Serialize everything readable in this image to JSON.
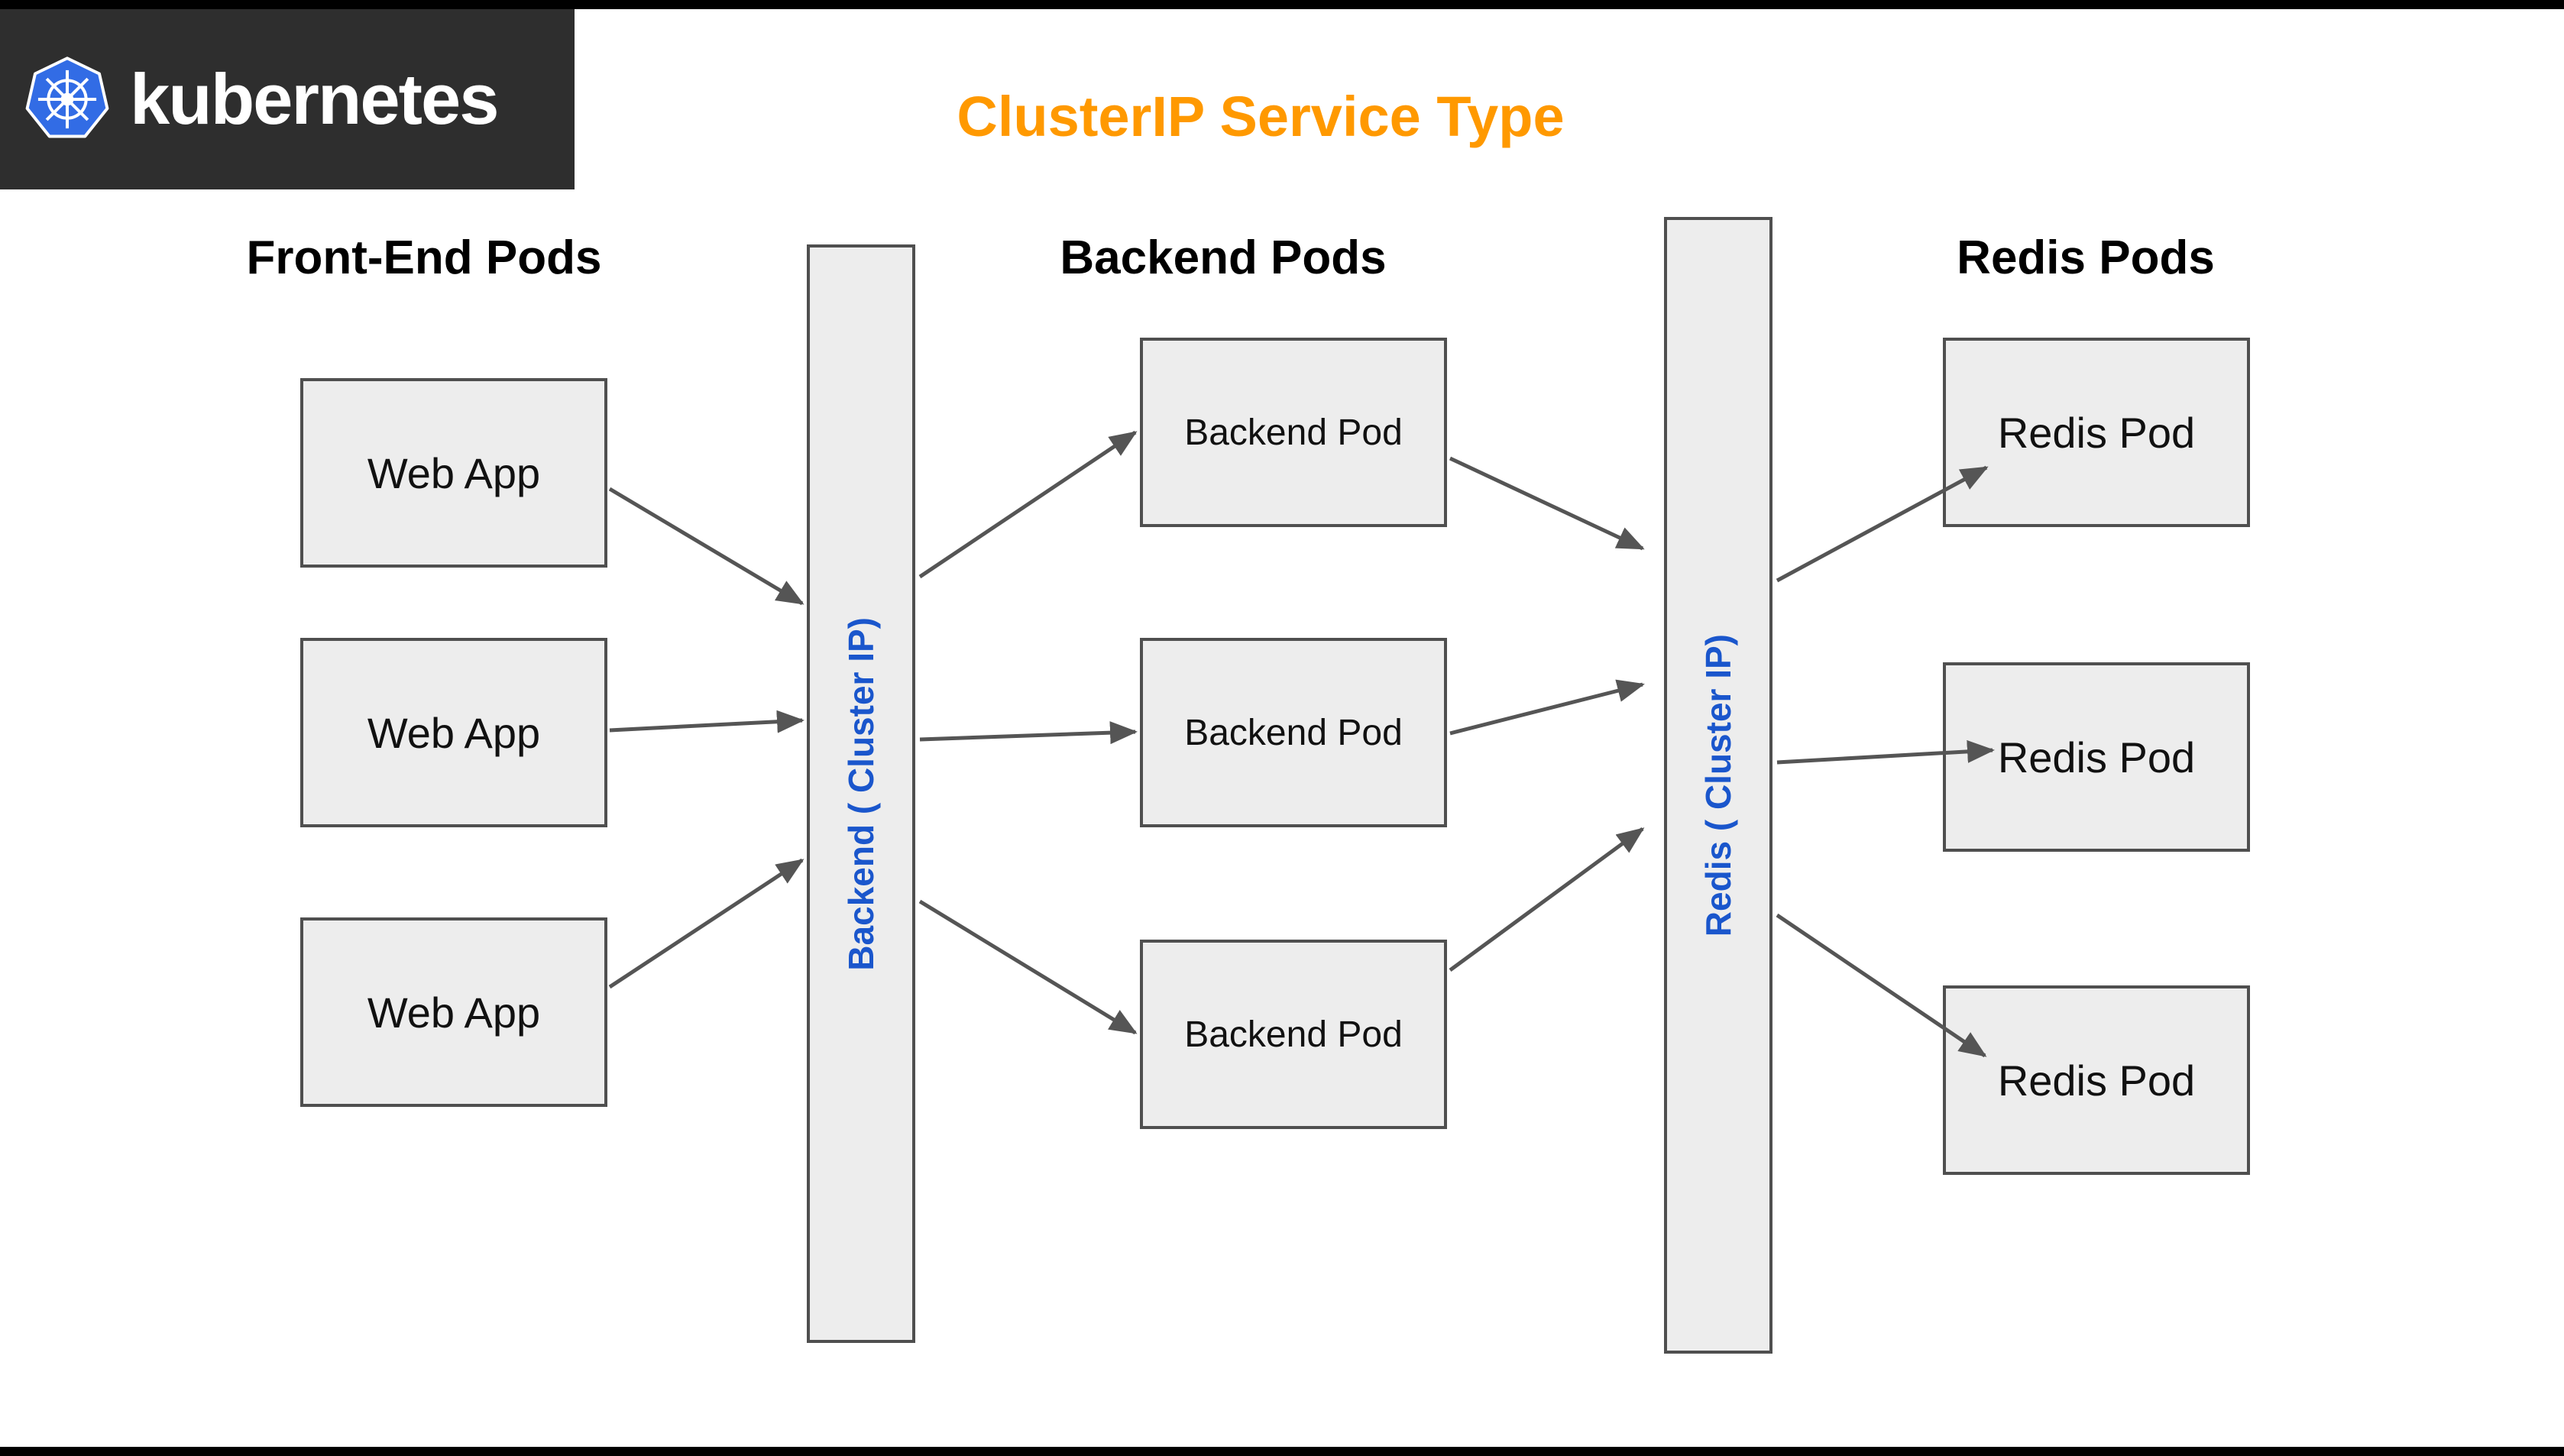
{
  "page": {
    "background": "#ffffff",
    "top_strip_color": "#000000",
    "bottom_strip_color": "#000000"
  },
  "brand": {
    "name": "kubernetes",
    "panel_color": "#2e2e2e",
    "logo_icon": "kubernetes-helm-wheel-icon",
    "logo_blue": "#326ce5"
  },
  "title": {
    "text": "ClusterIP Service Type",
    "color": "#ff9900"
  },
  "columns": [
    {
      "header": "Front-End Pods",
      "pods": [
        "Web App",
        "Web App",
        "Web App"
      ]
    },
    {
      "header": "Backend Pods",
      "pods": [
        "Backend Pod",
        "Backend Pod",
        "Backend Pod"
      ]
    },
    {
      "header": "Redis Pods",
      "pods": [
        "Redis Pod",
        "Redis Pod",
        "Redis Pod"
      ]
    }
  ],
  "services": [
    {
      "label": "Backend ( Cluster IP)",
      "text_color": "#1a56cc"
    },
    {
      "label": "Redis ( Cluster IP)",
      "text_color": "#1a56cc"
    }
  ],
  "style": {
    "node_fill": "#ededed",
    "node_border": "#4f4f4f",
    "arrow_color": "#555555"
  }
}
